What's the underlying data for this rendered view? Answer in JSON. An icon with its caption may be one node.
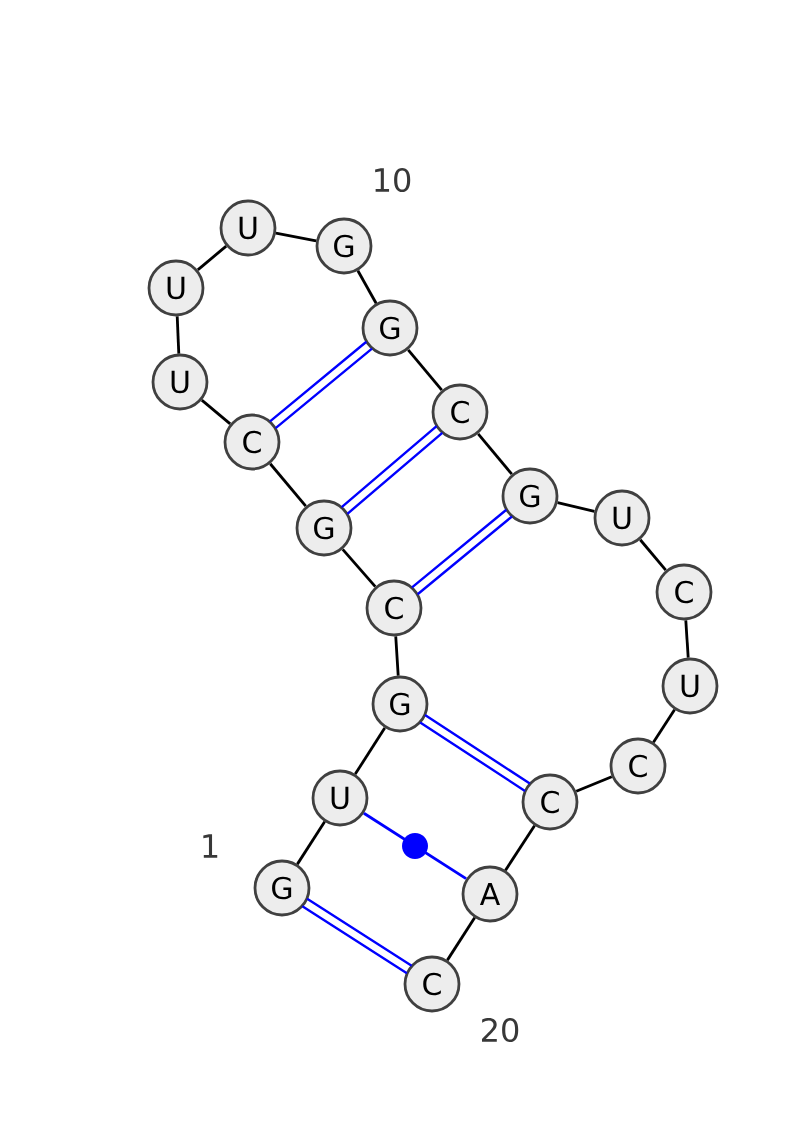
{
  "diagram": {
    "nodes": [
      {
        "text": [
          "G"
        ]
      },
      {
        "text": [
          "U"
        ]
      },
      {
        "text": [
          "G"
        ]
      },
      {
        "text": [
          "C"
        ]
      },
      {
        "text": [
          "G"
        ]
      },
      {
        "text": [
          "C"
        ]
      },
      {
        "text": [
          "U"
        ]
      },
      {
        "text": [
          "U"
        ]
      },
      {
        "text": [
          "U"
        ]
      },
      {
        "text": [
          "G"
        ]
      },
      {
        "text": [
          "G"
        ]
      },
      {
        "text": [
          "C"
        ]
      },
      {
        "text": [
          "G"
        ]
      },
      {
        "text": [
          "U"
        ]
      },
      {
        "text": [
          "C"
        ]
      },
      {
        "text": [
          "U"
        ]
      },
      {
        "text": [
          "C"
        ]
      },
      {
        "text": [
          "C"
        ]
      },
      {
        "text": [
          "A"
        ]
      },
      {
        "text": [
          "C"
        ]
      }
    ],
    "edges": [
      {
        "from": 0,
        "to": 1,
        "arrow": "none"
      },
      {
        "from": 1,
        "to": 2,
        "arrow": "none"
      },
      {
        "from": 2,
        "to": 3,
        "arrow": "none"
      },
      {
        "from": 3,
        "to": 4,
        "arrow": "none"
      },
      {
        "from": 4,
        "to": 5,
        "arrow": "none"
      },
      {
        "from": 5,
        "to": 6,
        "arrow": "none"
      },
      {
        "from": 6,
        "to": 7,
        "arrow": "none"
      },
      {
        "from": 7,
        "to": 8,
        "arrow": "none"
      },
      {
        "from": 8,
        "to": 9,
        "arrow": "none"
      },
      {
        "from": 9,
        "to": 10,
        "arrow": "none"
      },
      {
        "from": 10,
        "to": 11,
        "arrow": "none"
      },
      {
        "from": 11,
        "to": 12,
        "arrow": "none"
      },
      {
        "from": 12,
        "to": 13,
        "arrow": "none"
      },
      {
        "from": 13,
        "to": 14,
        "arrow": "none"
      },
      {
        "from": 14,
        "to": 15,
        "arrow": "none"
      },
      {
        "from": 15,
        "to": 16,
        "arrow": "none"
      },
      {
        "from": 16,
        "to": 17,
        "arrow": "none"
      },
      {
        "from": 17,
        "to": 18,
        "arrow": "none"
      },
      {
        "from": 18,
        "to": 19,
        "arrow": "none"
      },
      {
        "from": 0,
        "to": 19,
        "arrow": "none",
        "color": "#0000ff"
      },
      {
        "from": 1,
        "to": 18,
        "arrow": "none",
        "color": "#0000ff"
      },
      {
        "from": 2,
        "to": 17,
        "arrow": "none",
        "color": "#0000ff"
      },
      {
        "from": 3,
        "to": 12,
        "arrow": "none",
        "color": "#0000ff"
      },
      {
        "from": 4,
        "to": 11,
        "arrow": "none",
        "color": "#0000ff"
      },
      {
        "from": 5,
        "to": 10,
        "arrow": "none",
        "color": "#0000ff"
      }
    ],
    "labels": [
      "1",
      "10",
      "20"
    ]
  }
}
